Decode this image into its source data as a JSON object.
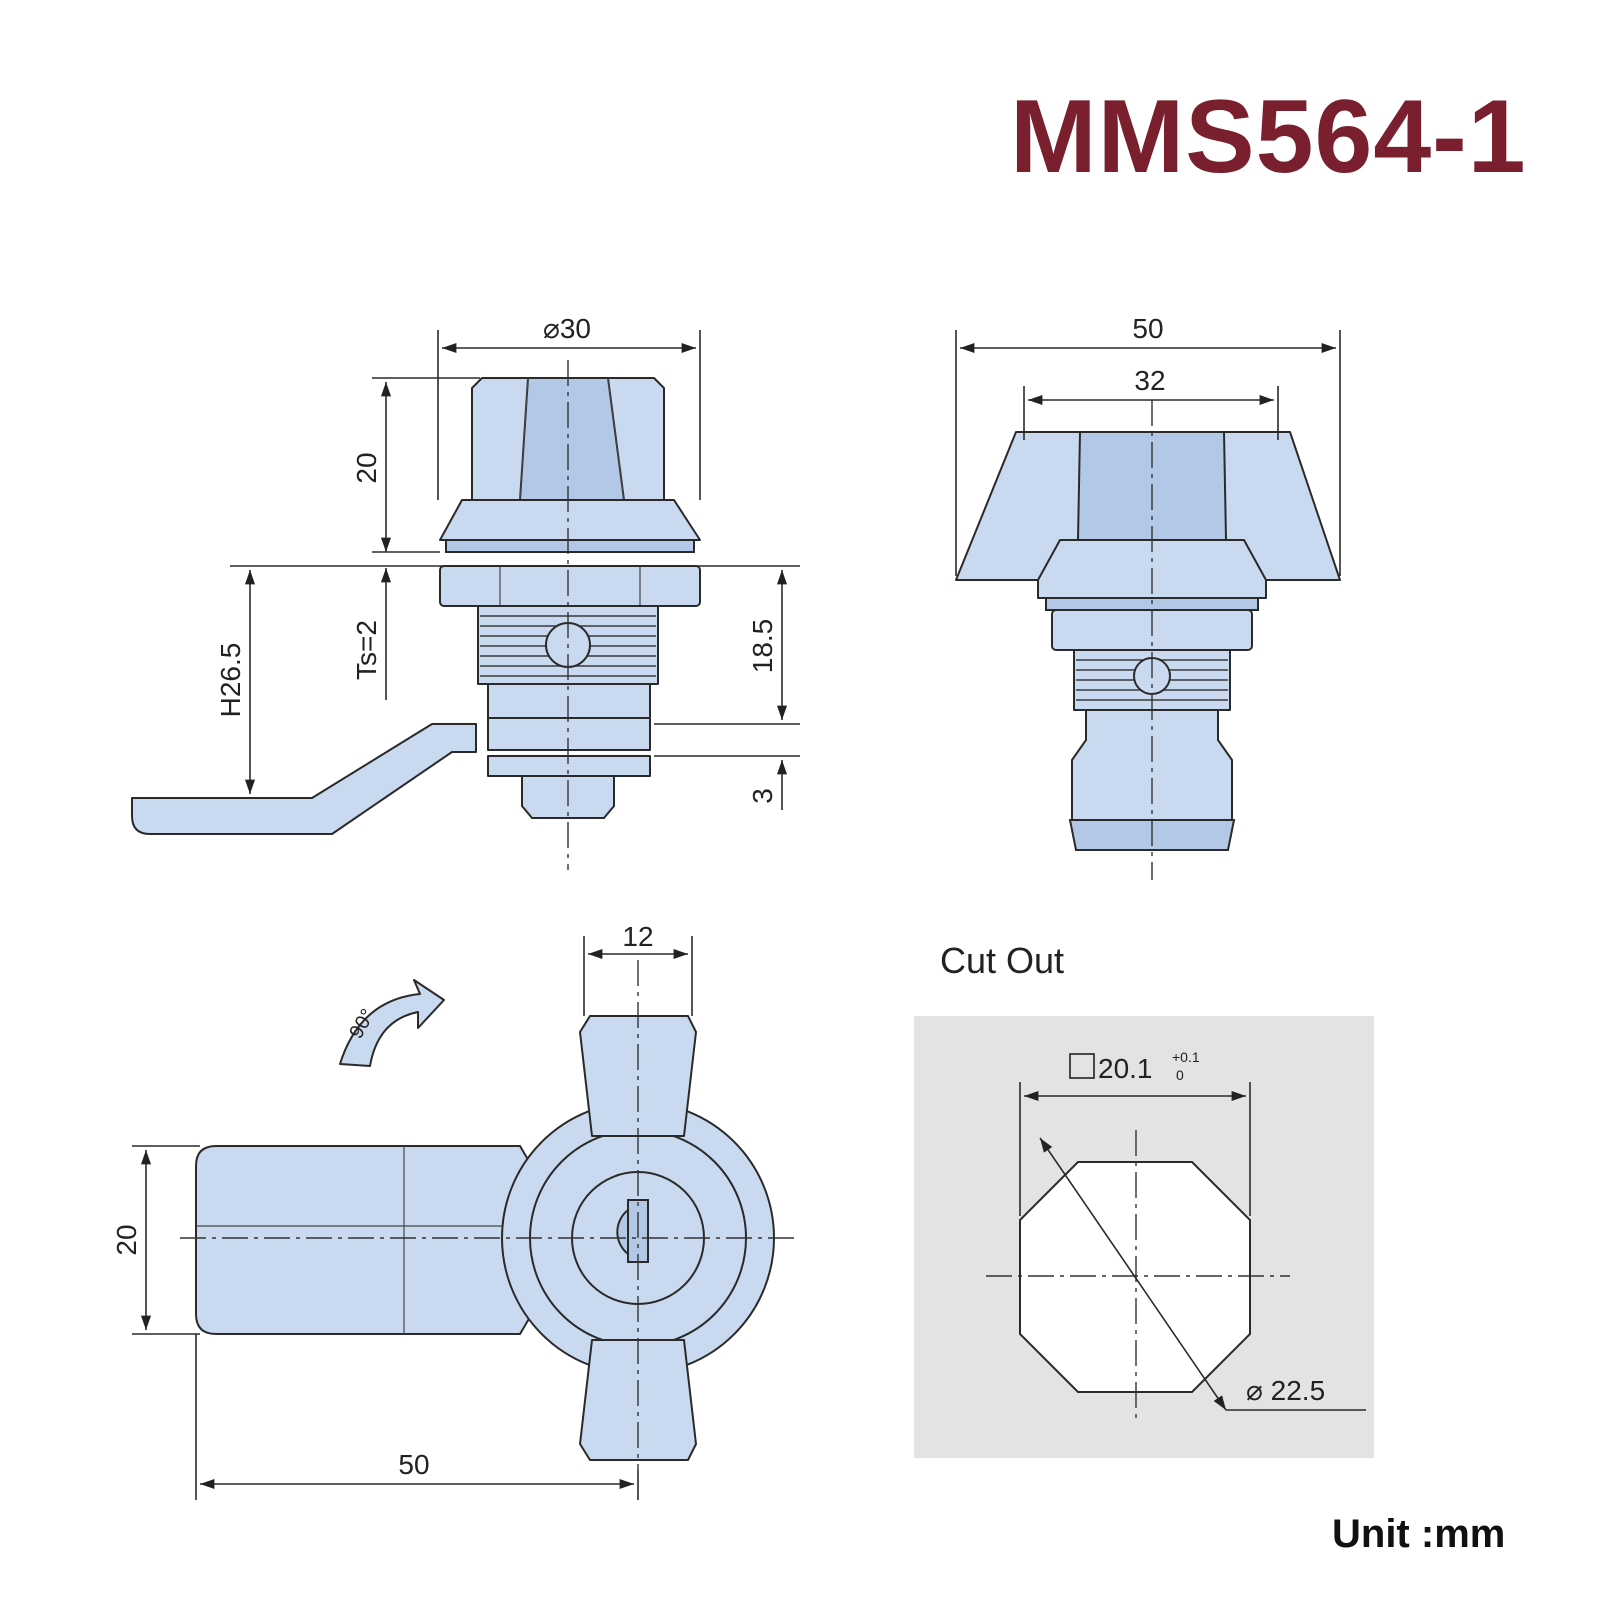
{
  "model": "MMS564-1",
  "unit": "Unit :mm",
  "cutout": {
    "title": "Cut Out",
    "square": "20.1",
    "tol_upper": "+0.1",
    "tol_lower": "0",
    "diameter": "22.5"
  },
  "front_view": {
    "diameter_top": "30",
    "height_knob": "20",
    "panel_thickness": "Ts=2",
    "height_total": "H26.5",
    "body_height": "18.5",
    "cam_thickness": "3"
  },
  "side_view": {
    "width_outer": "50",
    "width_inner": "32"
  },
  "bottom_view": {
    "knob_width": "12",
    "rotation": "90°",
    "cam_width": "20",
    "cam_length": "50"
  },
  "colors": {
    "part_fill": "#c9daf0",
    "title": "#7a1f2e",
    "cutout_bg": "#e3e3e3"
  }
}
